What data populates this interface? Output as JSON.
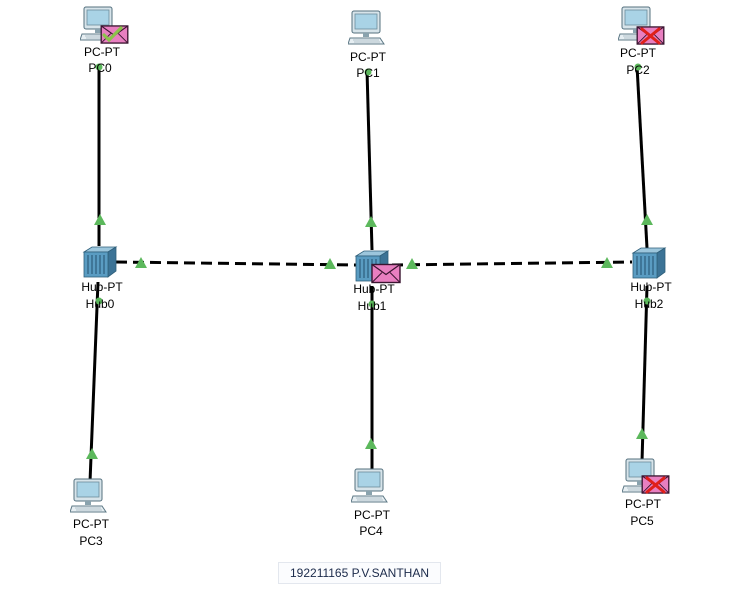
{
  "devices": {
    "pc0": {
      "type": "PC-PT",
      "name": "PC0"
    },
    "pc1": {
      "type": "PC-PT",
      "name": "PC1"
    },
    "pc2": {
      "type": "PC-PT",
      "name": "PC2"
    },
    "pc3": {
      "type": "PC-PT",
      "name": "PC3"
    },
    "pc4": {
      "type": "PC-PT",
      "name": "PC4"
    },
    "pc5": {
      "type": "PC-PT",
      "name": "PC5"
    },
    "hub0": {
      "type": "Hub-PT",
      "name": "Hub0"
    },
    "hub1": {
      "type": "Hub-PT",
      "name": "Hub1"
    },
    "hub2": {
      "type": "Hub-PT",
      "name": "Hub2"
    }
  },
  "links": [
    {
      "from": "PC0",
      "to": "Hub0",
      "cable": "straight-through"
    },
    {
      "from": "PC1",
      "to": "Hub1",
      "cable": "straight-through"
    },
    {
      "from": "PC2",
      "to": "Hub2",
      "cable": "straight-through"
    },
    {
      "from": "PC3",
      "to": "Hub0",
      "cable": "straight-through"
    },
    {
      "from": "PC4",
      "to": "Hub1",
      "cable": "straight-through"
    },
    {
      "from": "PC5",
      "to": "Hub2",
      "cable": "straight-through"
    },
    {
      "from": "Hub0",
      "to": "Hub1",
      "cable": "crossover"
    },
    {
      "from": "Hub1",
      "to": "Hub2",
      "cable": "crossover"
    }
  ],
  "pdus": [
    {
      "at": "PC0",
      "status": "success"
    },
    {
      "at": "PC2",
      "status": "failed"
    },
    {
      "at": "PC5",
      "status": "failed"
    },
    {
      "at": "Hub1",
      "status": "in-transit"
    }
  ],
  "caption": "192211165 P.V.SANTHAN",
  "colors": {
    "link": "#000000",
    "port_up": "#5cb85c",
    "pdu_envelope": "#e87fc0",
    "pdu_success_mark": "#8bc34a",
    "pdu_fail_mark": "#e0201a",
    "hub_body": "#4a90b8",
    "pc_screen": "#a9d3e6"
  }
}
